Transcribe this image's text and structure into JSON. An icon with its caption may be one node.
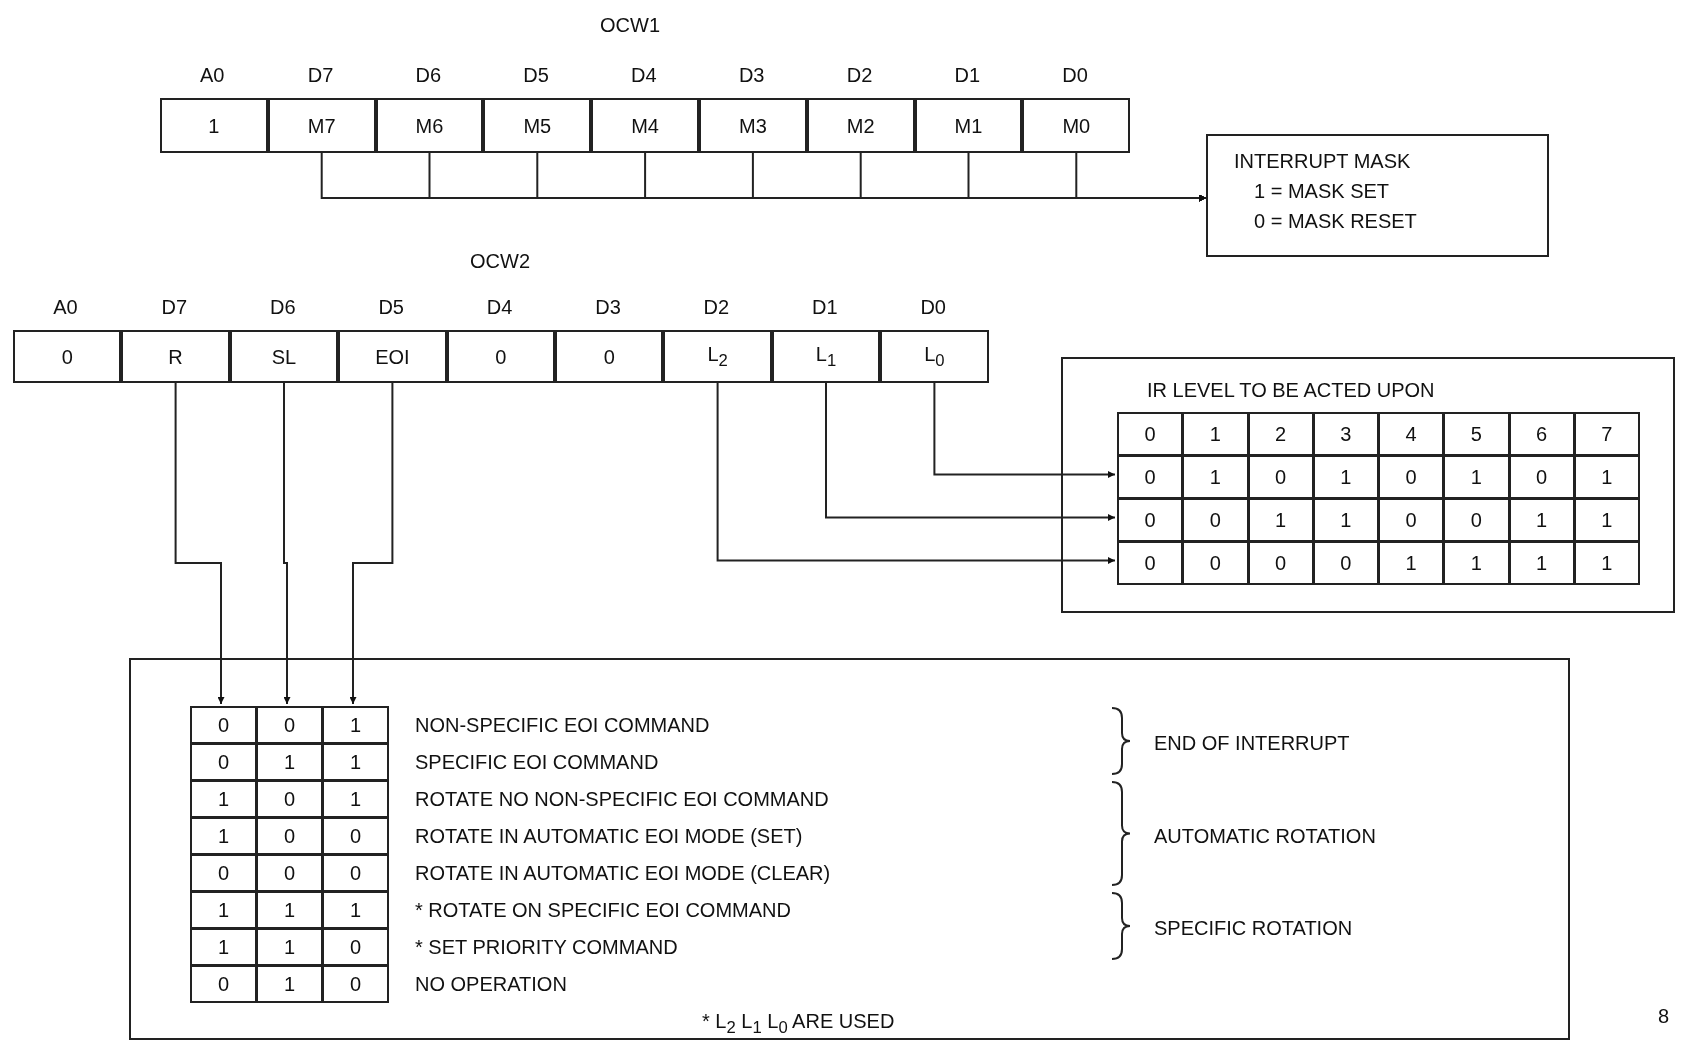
{
  "diagram": {
    "nodes": [
      {
        "text": [
          "OCW1"
        ]
      },
      {
        "text": [
          "1"
        ],
        "in": 0,
        "beside": [
          "A0"
        ]
      },
      {
        "text": [
          "M7"
        ],
        "in": 0,
        "beside": [
          "D7"
        ]
      },
      {
        "text": [
          "M6"
        ],
        "in": 0,
        "beside": [
          "D6"
        ]
      },
      {
        "text": [
          "M5"
        ],
        "in": 0,
        "beside": [
          "D5"
        ]
      },
      {
        "text": [
          "M4"
        ],
        "in": 0,
        "beside": [
          "D4"
        ]
      },
      {
        "text": [
          "M3"
        ],
        "in": 0,
        "beside": [
          "D3"
        ]
      },
      {
        "text": [
          "M2"
        ],
        "in": 0,
        "beside": [
          "D2"
        ]
      },
      {
        "text": [
          "M1"
        ],
        "in": 0,
        "beside": [
          "D1"
        ]
      },
      {
        "text": [
          "M0"
        ],
        "in": 0,
        "beside": [
          "D0"
        ]
      },
      {
        "text": [
          "INTERRUPT MASK",
          "1 = MASK SET",
          "0 = MASK RESET"
        ]
      },
      {
        "text": [
          "OCW2"
        ]
      },
      {
        "text": [
          "0"
        ],
        "in": 11,
        "beside": [
          "A0"
        ]
      },
      {
        "text": [
          "R"
        ],
        "in": 11,
        "beside": [
          "D7"
        ]
      },
      {
        "text": [
          "SL"
        ],
        "in": 11,
        "beside": [
          "D6"
        ]
      },
      {
        "text": [
          "EOI"
        ],
        "in": 11,
        "beside": [
          "D5"
        ]
      },
      {
        "text": [
          "0"
        ],
        "in": 11,
        "beside": [
          "D4"
        ]
      },
      {
        "text": [
          "0"
        ],
        "in": 11,
        "beside": [
          "D3"
        ]
      },
      {
        "text": [
          "L$_{2}$"
        ],
        "in": 11,
        "beside": [
          "D2"
        ]
      },
      {
        "text": [
          "L$_{1}$"
        ],
        "in": 11,
        "beside": [
          "D1"
        ]
      },
      {
        "text": [
          "L$_{0}$"
        ],
        "in": 11,
        "beside": [
          "D0"
        ]
      },
      {
        "text": [
          "IR LEVEL TO BE ACTED UPON"
        ]
      },
      {
        "text": [
          "0",
          "1",
          "0",
          "1",
          "0",
          "1",
          "0",
          "1"
        ],
        "in": 21
      },
      {
        "text": [
          "0",
          "0",
          "1",
          "1",
          "0",
          "0",
          "1",
          "1"
        ],
        "in": 21
      },
      {
        "text": [
          "0",
          "0",
          "0",
          "0",
          "1",
          "1",
          "1",
          "1"
        ],
        "in": 21
      },
      {
        "text": [],
        "shape": "box"
      },
      {
        "text": [
          "0",
          "0",
          "1",
          "1",
          "0",
          "1",
          "1",
          "0"
        ],
        "in": 25
      },
      {
        "text": [
          "0",
          "1",
          "0",
          "0",
          "0",
          "1",
          "1",
          "1"
        ],
        "in": 25
      },
      {
        "text": [
          "1",
          "1",
          "1",
          "0",
          "0",
          "1",
          "0",
          "0"
        ],
        "in": 25
      }
    ],
    "edges": [
      {
        "from": 2,
        "to": 10,
        "arrow": "to"
      },
      {
        "from": 3,
        "to": 10,
        "arrow": "to"
      },
      {
        "from": 4,
        "to": 10,
        "arrow": "to"
      },
      {
        "from": 5,
        "to": 10,
        "arrow": "to"
      },
      {
        "from": 6,
        "to": 10,
        "arrow": "to"
      },
      {
        "from": 7,
        "to": 10,
        "arrow": "to"
      },
      {
        "from": 8,
        "to": 10,
        "arrow": "to"
      },
      {
        "from": 9,
        "to": 10,
        "arrow": "to"
      },
      {
        "from": 20,
        "to": 22,
        "arrow": "to"
      },
      {
        "from": 19,
        "to": 23,
        "arrow": "to"
      },
      {
        "from": 18,
        "to": 24,
        "arrow": "to"
      },
      {
        "from": 13,
        "to": 26,
        "arrow": "to"
      },
      {
        "from": 14,
        "to": 27,
        "arrow": "to"
      },
      {
        "from": 15,
        "to": 28,
        "arrow": "to"
      }
    ],
    "labels": [
      "0",
      "1",
      "2",
      "3",
      "4",
      "5",
      "6",
      "7",
      "NON-SPECIFIC EOI COMMAND",
      "SPECIFIC EOI COMMAND",
      "ROTATE NO NON-SPECIFIC EOI COMMAND",
      "ROTATE IN AUTOMATIC EOI MODE (SET)",
      "ROTATE IN AUTOMATIC EOI MODE (CLEAR)",
      "* ROTATE ON SPECIFIC EOI COMMAND",
      "* SET PRIORITY COMMAND",
      "NO OPERATION",
      "END OF INTERRUPT",
      "AUTOMATIC ROTATION",
      "SPECIFIC ROTATION",
      "* L$_{2}$ L$_{1}$ L$_{0}$ ARE USED",
      "8"
    ]
  }
}
